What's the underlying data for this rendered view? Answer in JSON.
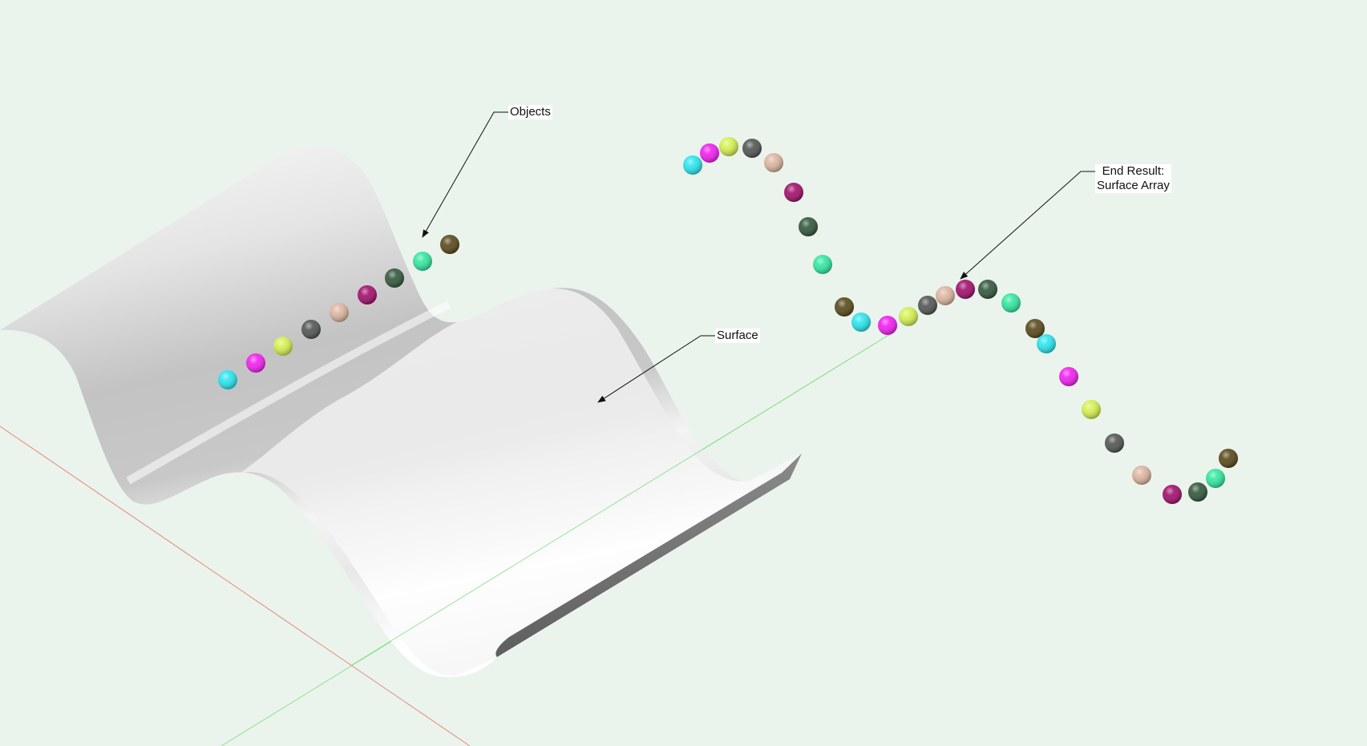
{
  "viewport": {
    "background": "#eaf4ec",
    "axes": {
      "x_axis_color": "#e8857a",
      "y_axis_color": "#8fe08f"
    }
  },
  "callouts": {
    "objects": "Objects",
    "surface": "Surface",
    "end_result_line1": "End Result:",
    "end_result_line2": "Surface Array"
  },
  "sphere_palette": [
    {
      "name": "cyan",
      "color": "#27e5ee"
    },
    {
      "name": "magenta",
      "color": "#f21cf0"
    },
    {
      "name": "yellow-green",
      "color": "#d4f04e"
    },
    {
      "name": "dark-gray",
      "color": "#4f5350"
    },
    {
      "name": "tan",
      "color": "#ddb49f"
    },
    {
      "name": "maroon",
      "color": "#a00c6a"
    },
    {
      "name": "dark-green",
      "color": "#2f5539"
    },
    {
      "name": "aqua-green",
      "color": "#2fe79e"
    },
    {
      "name": "olive-brown",
      "color": "#574617"
    }
  ],
  "source_objects": {
    "label": "Objects",
    "count": 9
  },
  "surface_array": {
    "label": "End Result: Surface Array",
    "count": 27
  }
}
